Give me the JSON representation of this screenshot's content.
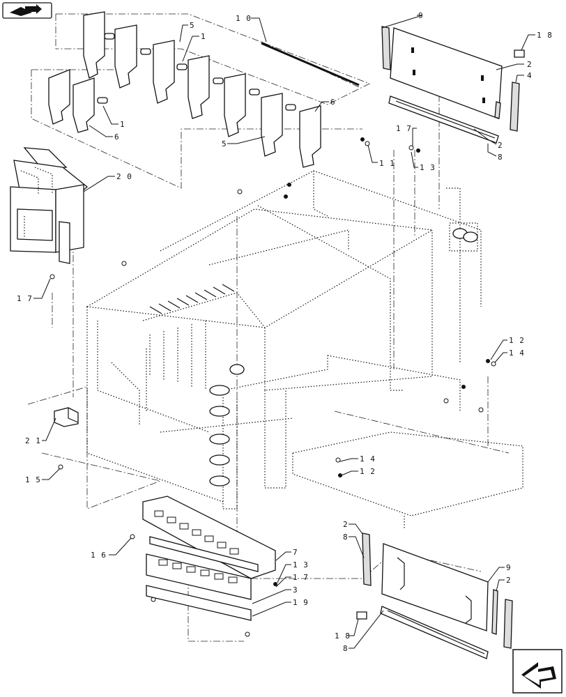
{
  "callouts": [
    {
      "id": "c10a",
      "text": "1 0"
    },
    {
      "id": "c9a",
      "text": "9"
    },
    {
      "id": "c18a",
      "text": "1 8"
    },
    {
      "id": "c2a",
      "text": "2"
    },
    {
      "id": "c4a",
      "text": "4"
    },
    {
      "id": "c2b",
      "text": "2"
    },
    {
      "id": "c8a",
      "text": "8"
    },
    {
      "id": "c5a",
      "text": "5"
    },
    {
      "id": "c1a",
      "text": "1"
    },
    {
      "id": "c6a",
      "text": "6"
    },
    {
      "id": "c1b",
      "text": "1"
    },
    {
      "id": "c6b",
      "text": "6"
    },
    {
      "id": "c5b",
      "text": "5"
    },
    {
      "id": "c11",
      "text": "1 1"
    },
    {
      "id": "c17a",
      "text": "1 7"
    },
    {
      "id": "c13a",
      "text": "1 3"
    },
    {
      "id": "c20",
      "text": "2 0"
    },
    {
      "id": "c17b",
      "text": "1 7"
    },
    {
      "id": "c12a",
      "text": "1 2"
    },
    {
      "id": "c14a",
      "text": "1 4"
    },
    {
      "id": "c21",
      "text": "2 1"
    },
    {
      "id": "c15",
      "text": "1 5"
    },
    {
      "id": "c14b",
      "text": "1 4"
    },
    {
      "id": "c12b",
      "text": "1 2"
    },
    {
      "id": "c16",
      "text": "1 6"
    },
    {
      "id": "c7",
      "text": "7"
    },
    {
      "id": "c13b",
      "text": "1 3"
    },
    {
      "id": "c17c",
      "text": "1 7"
    },
    {
      "id": "c3",
      "text": "3"
    },
    {
      "id": "c19",
      "text": "1 9"
    },
    {
      "id": "c2c",
      "text": "2"
    },
    {
      "id": "c8b",
      "text": "8"
    },
    {
      "id": "c9b",
      "text": "9"
    },
    {
      "id": "c2d",
      "text": "2"
    },
    {
      "id": "c18b",
      "text": "1 8"
    },
    {
      "id": "c8c",
      "text": "8"
    }
  ],
  "nav": {
    "top_left_icon": "book-arrow-icon",
    "bottom_right_icon": "next-page-arrow-icon"
  }
}
